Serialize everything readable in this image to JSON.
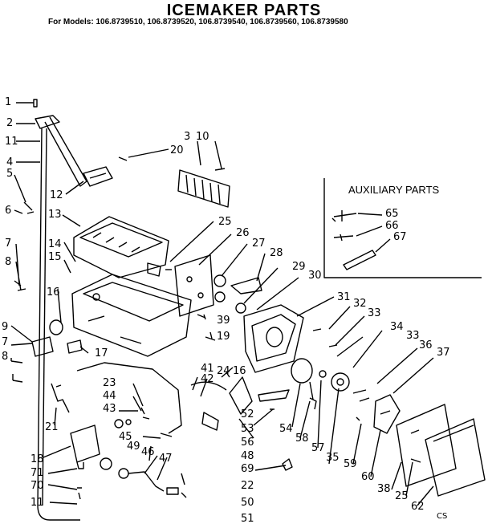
{
  "title": "ICEMAKER PARTS",
  "subtitle": "For Models: 106.8739510, 106.8739520, 106.8739540, 106.8739560, 106.8739580",
  "auxiliary_parts_title": "AUXILIARY PARTS",
  "footnote": "CS",
  "callouts": [
    "1",
    "2",
    "11",
    "4",
    "5",
    "6",
    "7",
    "8",
    "9",
    "7",
    "8",
    "3",
    "10",
    "20",
    "12",
    "13",
    "14",
    "15",
    "16",
    "17",
    "18",
    "71",
    "70",
    "11",
    "21",
    "23",
    "44",
    "43",
    "45",
    "49",
    "46",
    "47",
    "25",
    "26",
    "27",
    "28",
    "29",
    "30",
    "39",
    "19",
    "31",
    "32",
    "33",
    "34",
    "33",
    "36",
    "37",
    "41",
    "42",
    "24",
    "16",
    "52",
    "53",
    "56",
    "48",
    "69",
    "22",
    "50",
    "51",
    "54",
    "58",
    "57",
    "35",
    "59",
    "60",
    "38",
    "25",
    "62",
    "65",
    "66",
    "67"
  ]
}
